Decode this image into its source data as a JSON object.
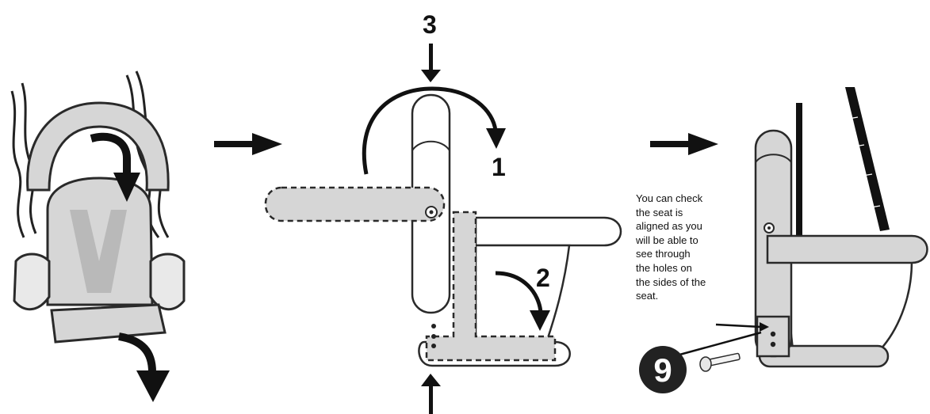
{
  "labels": {
    "step1": "1",
    "step2": "2",
    "step3": "3",
    "part": "9"
  },
  "note": "You can check\nthe seat is\naligned as you\nwill be able to\nsee through\nthe holes on\nthe sides of the\nseat.",
  "colors": {
    "fill_gray": "#d6d6d6",
    "fill_dark": "#b9b9b9",
    "stroke": "#2a2a2a",
    "badge": "#222222"
  }
}
